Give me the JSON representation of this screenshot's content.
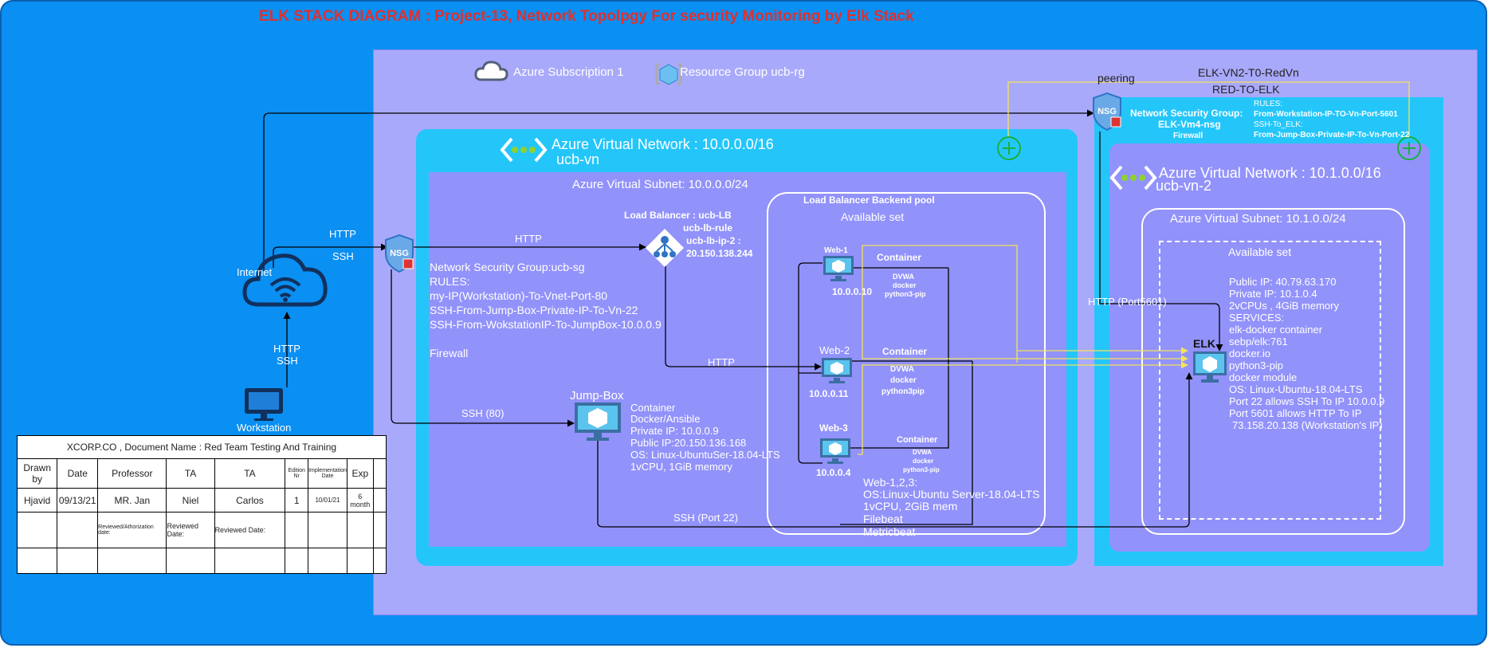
{
  "title": "ELK STACK DIAGRAM : Project-13, Network Topolpgy For security Monitoring by Elk Stack",
  "header": {
    "subscription": "Azure Subscription 1",
    "resource_group": "Resource Group ucb-rg"
  },
  "peering": {
    "label": "peering",
    "link_name": "ELK-VN2-T0-RedVn",
    "link_name2": "RED-TO-ELK"
  },
  "nsg_elk": {
    "badge": "NSG",
    "title": "Network Security Group:",
    "name": "ELK-Vm4-nsg",
    "firewall": "Firewall",
    "rules_title": "RULES:",
    "rule1": "From-Workstation-IP-TO-Vn-Port-5601",
    "rule2": "SSH-To_ELK:",
    "rule3": "From-Jump-Box-Private-IP-To-Vn-Port-22"
  },
  "vnet1": {
    "title": "Azure Virtual Network : 10.0.0.0/16",
    "name": "ucb-vn",
    "subnet": "Azure Virtual Subnet: 10.0.0.0/24"
  },
  "vnet2": {
    "title": "Azure Virtual Network : 10.1.0.0/16",
    "name": "ucb-vn-2",
    "subnet": "Azure Virtual Subnet: 10.1.0.0/24",
    "avail": "Available set"
  },
  "internet": {
    "label": "Internet",
    "http": "HTTP",
    "ssh": "SSH",
    "ws_http": "HTTP",
    "ws_ssh": "SSH"
  },
  "workstation": {
    "label": "Workstation"
  },
  "nsg_main": {
    "badge": "NSG",
    "title": "Network Security Group:ucb-sg",
    "rules": "RULES:",
    "rule1": "my-IP(Workstation)-To-Vnet-Port-80",
    "rule2": "SSH-From-Jump-Box-Private-IP-To-Vn-22",
    "rule3": "SSH-From-WokstationIP-To-JumpBox-10.0.0.9",
    "firewall": "Firewall"
  },
  "load_balancer": {
    "title": "Load Balancer : ucb-LB",
    "rule": "ucb-lb-rule",
    "ip_label": "ucb-lb-ip-2 :",
    "ip": "20.150.138.244",
    "http": "HTTP"
  },
  "pool": {
    "title": "Load Balancer Backend pool",
    "avail": "Available set"
  },
  "web1": {
    "name": "Web-1",
    "ip": "10.0.0.10",
    "container": "Container",
    "dvwa": "DVWA",
    "docker": "docker",
    "pip": "python3-pip"
  },
  "web2": {
    "name": "Web-2",
    "ip": "10.0.0.11",
    "container": "Container",
    "dvwa": "DVWA",
    "docker": "docker",
    "pip": "python3pip"
  },
  "web3": {
    "name": "Web-3",
    "ip": "10.0.0.4",
    "container": "Container",
    "dvwa": "DVWA",
    "docker": "docker",
    "pip": "python3-pip"
  },
  "webs_info": {
    "l1": "Web-1,2,3:",
    "l2": "OS:Linux-Ubuntu Server-18.04-LTS",
    "l3": "1vCPU, 2GiB mem",
    "l4": "Filebeat",
    "l5": "Metricbeat"
  },
  "jumpbox": {
    "title": "Jump-Box",
    "l1": "Container",
    "l2": "Docker/Ansible",
    "l3": "Private IP: 10.0.0.9",
    "l4": "Public IP:20.150.136.168",
    "l5": "OS: Linux-UbuntuSer-18.04-LTS",
    "l6": "1vCPU, 1GiB memory",
    "ssh80": "SSH (80)",
    "http_lb": "HTTP",
    "ssh22": "SSH (Port 22)"
  },
  "elk": {
    "label": "ELK",
    "http5601": "HTTP (Port5601)",
    "l1": "Public IP: 40.79.63.170",
    "l2": "Private IP: 10.1.0.4",
    "l3": "2vCPUs , 4GiB memory",
    "l4": "SERVICES:",
    "l5": "elk-docker container",
    "l6": "sebp/elk:761",
    "l7": "docker.io",
    "l8": "python3-pip",
    "l9": "docker module",
    "l10": "OS: Linux-Ubuntu-18.04-LTS",
    "l11": "Port 22 allows SSH To IP 10.0.0.9",
    "l12": "Port 5601 allows HTTP To  IP",
    "l13": "73.158.20.138 (Workstation's IP)"
  },
  "doc_table": {
    "heading": "XCORP.CO , Document Name : Red Team Testing And Training",
    "h_drawn": "Drawn by",
    "h_date": "Date",
    "h_prof": "Professor",
    "h_ta1": "TA",
    "h_ta2": "TA",
    "h_edition": "Edition Nr",
    "h_impl": "Implementation Date",
    "h_exp": "Exp",
    "v_drawn": "Hjavid",
    "v_date": "09/13/21",
    "v_prof": "MR. Jan",
    "v_ta1": "Niel",
    "v_ta2": "Carlos",
    "v_edition": "1",
    "v_impl": "10/01/21",
    "v_exp": "6 month",
    "rev_auth": "Reviewed/Athorization date:",
    "rev1": "Reviewed Date:",
    "rev2": "Reviewed Date:"
  },
  "colors": {
    "background": "#0a8ff2",
    "subscription": "#a9a9fb",
    "vnet": "#24c6fa",
    "subnet": "#9292fb",
    "title": "#e0302e",
    "peering_line": "#f2e35a"
  },
  "icons": [
    "cloud-icon",
    "resource-group-icon",
    "vnet-icon",
    "nsg-shield-icon",
    "load-balancer-icon",
    "vm-icon",
    "wifi-cloud-icon",
    "monitor-icon",
    "peering-icon"
  ]
}
